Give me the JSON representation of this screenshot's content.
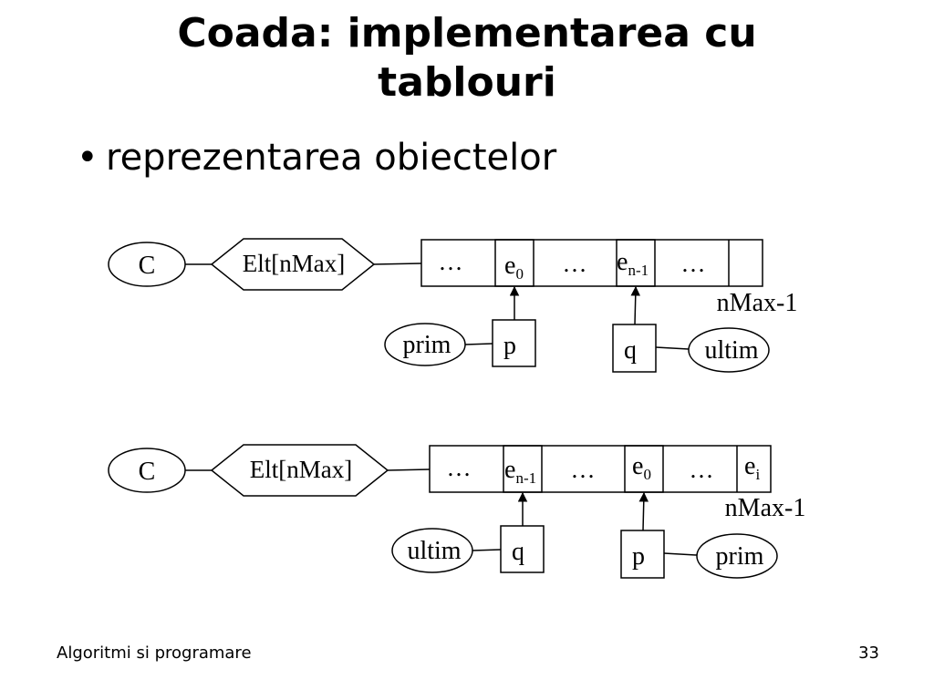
{
  "slide": {
    "title_line1": "Coada: implementarea cu",
    "title_line2": "tablouri",
    "bullet": "reprezentarea obiectelor",
    "footer_left": "Algoritmi si programare",
    "page_number": "33"
  },
  "diagram1": {
    "c": "C",
    "type": "Elt[nMax]",
    "cells": {
      "dots1": "…",
      "e0_base": "e",
      "e0_sub": "0",
      "dots2": "…",
      "en1_base": "e",
      "en1_sub": "n-1",
      "dots3": "…"
    },
    "nmax": "nMax-1",
    "prim": "prim",
    "p": "p",
    "q": "q",
    "ultim": "ultim"
  },
  "diagram2": {
    "c": "C",
    "type": "Elt[nMax]",
    "cells": {
      "dots1": "…",
      "en1_base": "e",
      "en1_sub": "n-1",
      "dots2": "…",
      "e0_base": "e",
      "e0_sub": "0",
      "dots3": "…",
      "ei_base": "e",
      "ei_sub": "i"
    },
    "nmax": "nMax-1",
    "ultim": "ultim",
    "q": "q",
    "p": "p",
    "prim": "prim"
  }
}
